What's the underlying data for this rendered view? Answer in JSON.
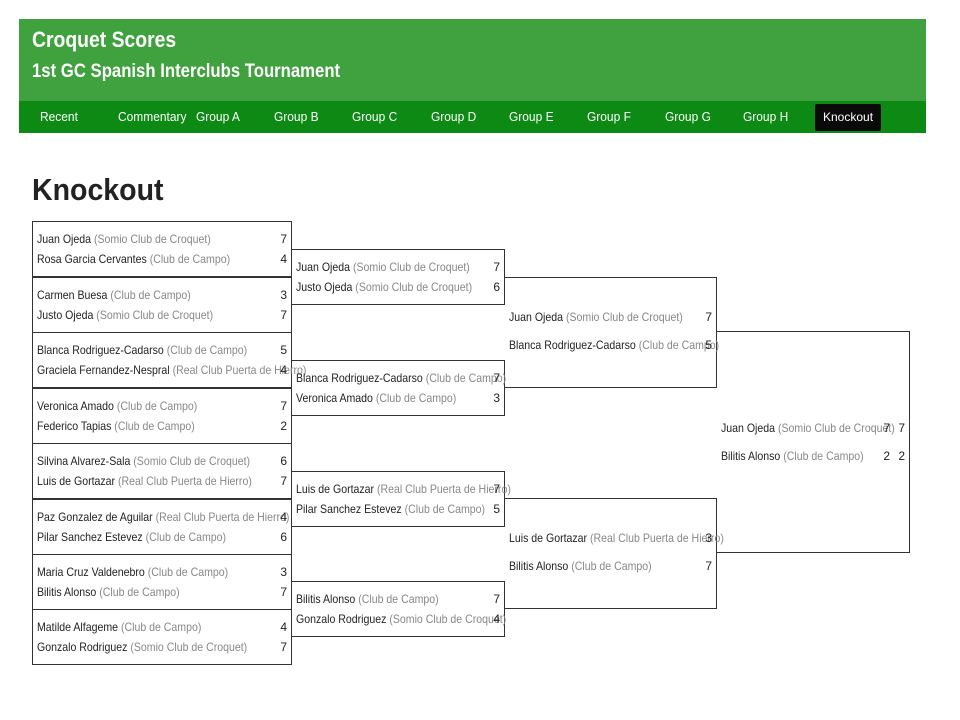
{
  "header": {
    "site_title": "Croquet Scores",
    "tournament": "1st GC Spanish Interclubs Tournament"
  },
  "nav": [
    {
      "label": "Recent",
      "active": false
    },
    {
      "label": "Commentary",
      "active": false
    },
    {
      "label": "Group A",
      "active": false
    },
    {
      "label": "Group B",
      "active": false
    },
    {
      "label": "Group C",
      "active": false
    },
    {
      "label": "Group D",
      "active": false
    },
    {
      "label": "Group E",
      "active": false
    },
    {
      "label": "Group F",
      "active": false
    },
    {
      "label": "Group G",
      "active": false
    },
    {
      "label": "Group H",
      "active": false
    },
    {
      "label": "Knockout",
      "active": true
    }
  ],
  "page_title": "Knockout",
  "rounds": [
    {
      "matches": [
        {
          "players": [
            {
              "name": "Juan Ojeda",
              "club": "(Somio Club de Croquet)",
              "score": "7"
            },
            {
              "name": "Rosa Garcia Cervantes",
              "club": "(Club de Campo)",
              "score": "4"
            }
          ]
        },
        {
          "players": [
            {
              "name": "Carmen Buesa",
              "club": "(Club de Campo)",
              "score": "3"
            },
            {
              "name": "Justo Ojeda",
              "club": "(Somio Club de Croquet)",
              "score": "7"
            }
          ]
        },
        {
          "players": [
            {
              "name": "Blanca Rodriguez-Cadarso",
              "club": "(Club de Campo)",
              "score": "5"
            },
            {
              "name": "Graciela Fernandez-Nespral",
              "club": "(Real Club Puerta de Hierro)",
              "score": "4"
            }
          ]
        },
        {
          "players": [
            {
              "name": "Veronica Amado",
              "club": "(Club de Campo)",
              "score": "7"
            },
            {
              "name": "Federico Tapias",
              "club": "(Club de Campo)",
              "score": "2"
            }
          ]
        },
        {
          "players": [
            {
              "name": "Silvina Alvarez-Sala",
              "club": "(Somio Club de Croquet)",
              "score": "6"
            },
            {
              "name": "Luis de Gortazar",
              "club": "(Real Club Puerta de Hierro)",
              "score": "7"
            }
          ]
        },
        {
          "players": [
            {
              "name": "Paz Gonzalez de Aguilar",
              "club": "(Real Club Puerta de Hierro)",
              "score": "4"
            },
            {
              "name": "Pilar Sanchez Estevez",
              "club": "(Club de Campo)",
              "score": "6"
            }
          ]
        },
        {
          "players": [
            {
              "name": "Maria Cruz Valdenebro",
              "club": "(Club de Campo)",
              "score": "3"
            },
            {
              "name": "Bilitis Alonso",
              "club": "(Club de Campo)",
              "score": "7"
            }
          ]
        },
        {
          "players": [
            {
              "name": "Matilde Alfageme",
              "club": "(Club de Campo)",
              "score": "4"
            },
            {
              "name": "Gonzalo Rodriguez",
              "club": "(Somio Club de Croquet)",
              "score": "7"
            }
          ]
        }
      ]
    },
    {
      "matches": [
        {
          "players": [
            {
              "name": "Juan Ojeda",
              "club": "(Somio Club de Croquet)",
              "score": "7"
            },
            {
              "name": "Justo Ojeda",
              "club": "(Somio Club de Croquet)",
              "score": "6"
            }
          ]
        },
        {
          "players": [
            {
              "name": "Blanca Rodriguez-Cadarso",
              "club": "(Club de Campo)",
              "score": "7"
            },
            {
              "name": "Veronica Amado",
              "club": "(Club de Campo)",
              "score": "3"
            }
          ]
        },
        {
          "players": [
            {
              "name": "Luis de Gortazar",
              "club": "(Real Club Puerta de Hierro)",
              "score": "7"
            },
            {
              "name": "Pilar Sanchez Estevez",
              "club": "(Club de Campo)",
              "score": "5"
            }
          ]
        },
        {
          "players": [
            {
              "name": "Bilitis Alonso",
              "club": "(Club de Campo)",
              "score": "7"
            },
            {
              "name": "Gonzalo Rodriguez",
              "club": "(Somio Club de Croquet)",
              "score": "4"
            }
          ]
        }
      ]
    },
    {
      "matches": [
        {
          "players": [
            {
              "name": "Juan Ojeda",
              "club": "(Somio Club de Croquet)",
              "score": "7"
            },
            {
              "name": "Blanca Rodriguez-Cadarso",
              "club": "(Club de Campo)",
              "score": "5"
            }
          ]
        },
        {
          "players": [
            {
              "name": "Luis de Gortazar",
              "club": "(Real Club Puerta de Hierro)",
              "score": "3"
            },
            {
              "name": "Bilitis Alonso",
              "club": "(Club de Campo)",
              "score": "7"
            }
          ]
        }
      ]
    },
    {
      "matches": [
        {
          "players": [
            {
              "name": "Juan Ojeda",
              "club": "(Somio Club de Croquet)",
              "score": "7",
              "score2": "7"
            },
            {
              "name": "Bilitis Alonso",
              "club": "(Club de Campo)",
              "score": "2",
              "score2": "2"
            }
          ]
        }
      ]
    }
  ]
}
